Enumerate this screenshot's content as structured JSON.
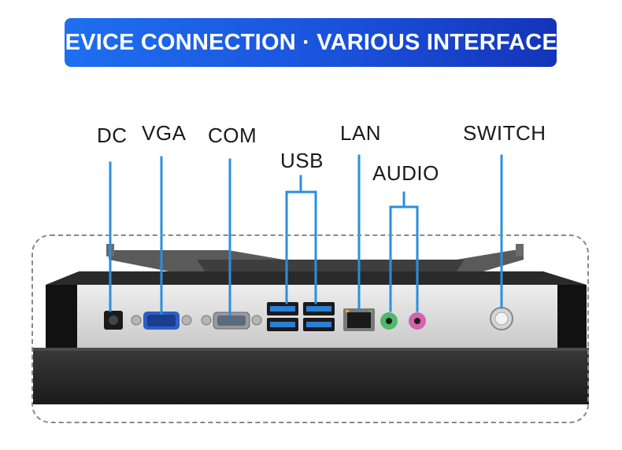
{
  "banner": {
    "title": "DEVICE CONNECTION · VARIOUS INTERFACES"
  },
  "labels": {
    "dc": "DC",
    "vga": "VGA",
    "com": "COM",
    "usb": "USB",
    "lan": "LAN",
    "audio": "AUDIO",
    "switch": "SWITCH"
  },
  "colors": {
    "banner_start": "#1e6ff0",
    "banner_end": "#1434b8",
    "callout_line": "#2a8fe0",
    "usb_port": "#2a7fd6",
    "audio_green": "#4fb86a",
    "audio_pink": "#d264b0"
  }
}
